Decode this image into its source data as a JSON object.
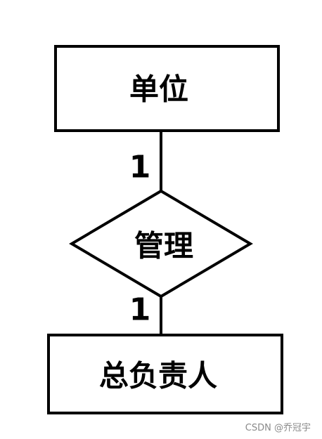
{
  "entities": [
    {
      "id": "unit",
      "label": "单位"
    },
    {
      "id": "manager",
      "label": "总负责人"
    }
  ],
  "relationship": {
    "label": "管理"
  },
  "cardinalities": {
    "top": "1",
    "bottom": "1"
  },
  "watermark": "CSDN @乔冠宇",
  "colors": {
    "stroke": "#000000",
    "fill": "#ffffff",
    "watermark": "#8a8a8a"
  }
}
